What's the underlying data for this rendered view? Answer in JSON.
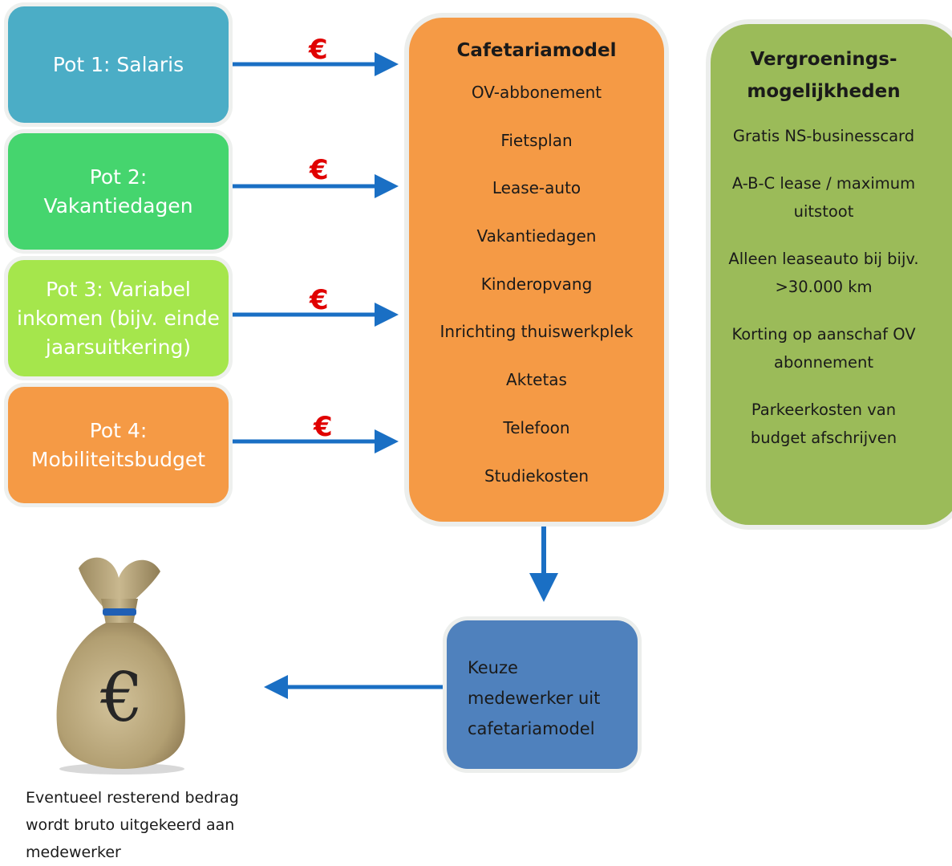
{
  "pots": [
    {
      "lines": [
        "Pot 1: Salaris"
      ]
    },
    {
      "lines": [
        "Pot 2:",
        "Vakantiedagen"
      ]
    },
    {
      "lines": [
        "Pot 3: Variabel",
        "inkomen (bijv. einde",
        "jaarsuitkering)"
      ]
    },
    {
      "lines": [
        "Pot 4:",
        "Mobiliteitsbudget"
      ]
    }
  ],
  "euro_symbol": "€",
  "cafetaria": {
    "title": "Cafetariamodel",
    "items": [
      "OV-abbonement",
      "Fietsplan",
      "Lease-auto",
      "Vakantiedagen",
      "Kinderopvang",
      "Inrichting thuiswerkplek",
      "Aktetas",
      "Telefoon",
      "Studiekosten"
    ]
  },
  "vergroening": {
    "title_lines": [
      "Vergroenings-",
      "mogelijkheden"
    ],
    "items": [
      [
        "Gratis NS-businesscard"
      ],
      [
        "A-B-C lease / maximum",
        "uitstoot"
      ],
      [
        "Alleen leaseauto bij bijv.",
        ">30.000 km"
      ],
      [
        "Korting op aanschaf OV",
        "abonnement"
      ],
      [
        "Parkeerkosten van",
        "budget afschrijven"
      ]
    ]
  },
  "keuze": {
    "lines": [
      "Keuze",
      "medewerker uit",
      "cafetariamodel"
    ]
  },
  "money_bag_symbol": "€",
  "caption": {
    "lines": [
      "Eventueel resterend bedrag",
      "wordt bruto uitgekeerd aan",
      "medewerker"
    ]
  },
  "colors": {
    "pot1": "#4badc6",
    "pot2": "#45d56e",
    "pot3": "#a5e64c",
    "pot4": "#f59a45",
    "cafetaria": "#f59a45",
    "vergroening": "#9bbb59",
    "keuze": "#4f81bd",
    "arrow": "#1a6fc4",
    "euro": "#e00000"
  }
}
